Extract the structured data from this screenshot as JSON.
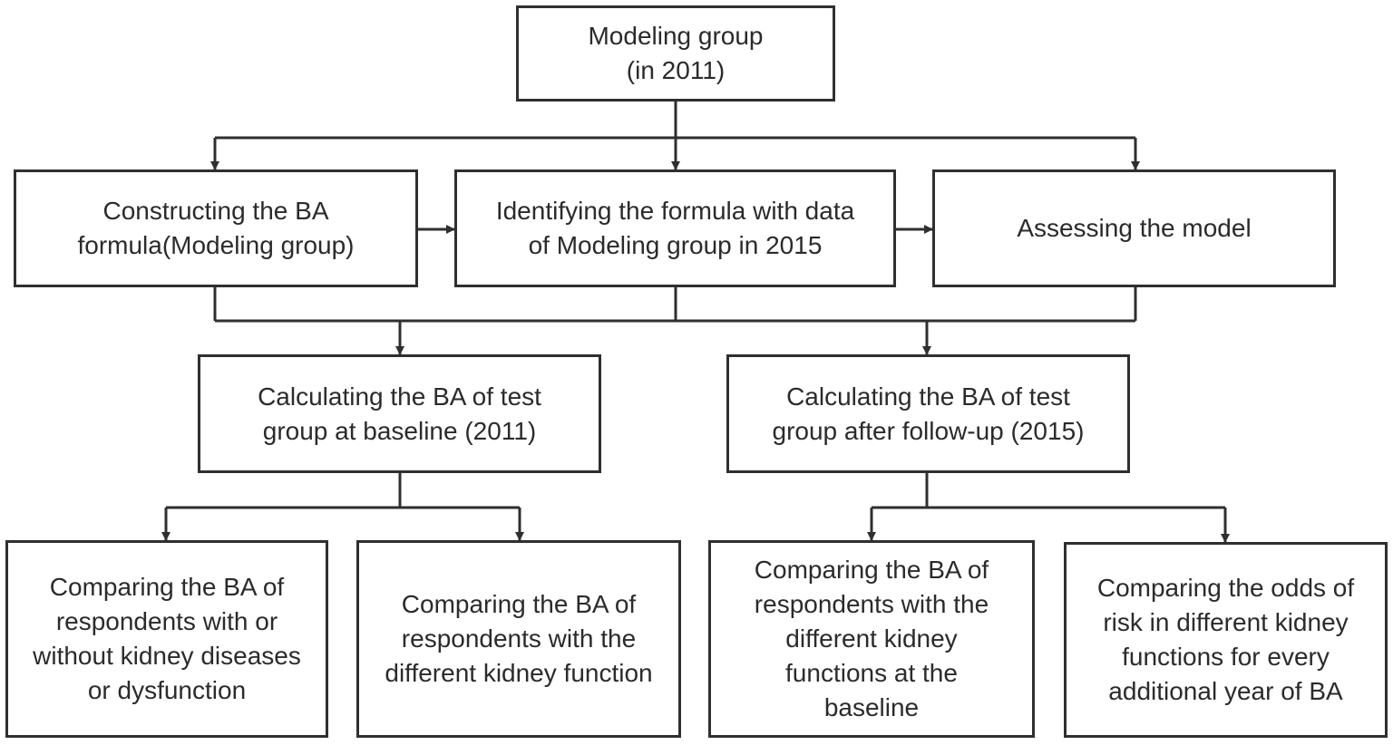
{
  "nodes": {
    "modeling_group": [
      "Modeling group",
      "(in 2011)"
    ],
    "constructing": [
      "Constructing the BA",
      "formula(Modeling group)"
    ],
    "identifying": [
      "Identifying the formula with data",
      "of Modeling group in 2015"
    ],
    "assessing": [
      "Assessing the model"
    ],
    "calc_baseline": [
      "Calculating the BA of test",
      "group at baseline (2011)"
    ],
    "calc_followup": [
      "Calculating the BA of test",
      "group after follow-up (2015)"
    ],
    "compare_diseases": [
      "Comparing the BA of",
      "respondents with or",
      "without kidney diseases",
      "or dysfunction"
    ],
    "compare_function": [
      "Comparing the BA of",
      "respondents with the",
      "different kidney function"
    ],
    "compare_baseline": [
      "Comparing the BA of",
      "respondents with the",
      "different kidney",
      "functions at the",
      "baseline"
    ],
    "compare_odds": [
      "Comparing the odds of",
      "risk in different kidney",
      "functions for every",
      "additional year of BA"
    ]
  },
  "colors": {
    "line": "#2f2f2f",
    "text": "#2b2b2b",
    "background": "#ffffff"
  }
}
